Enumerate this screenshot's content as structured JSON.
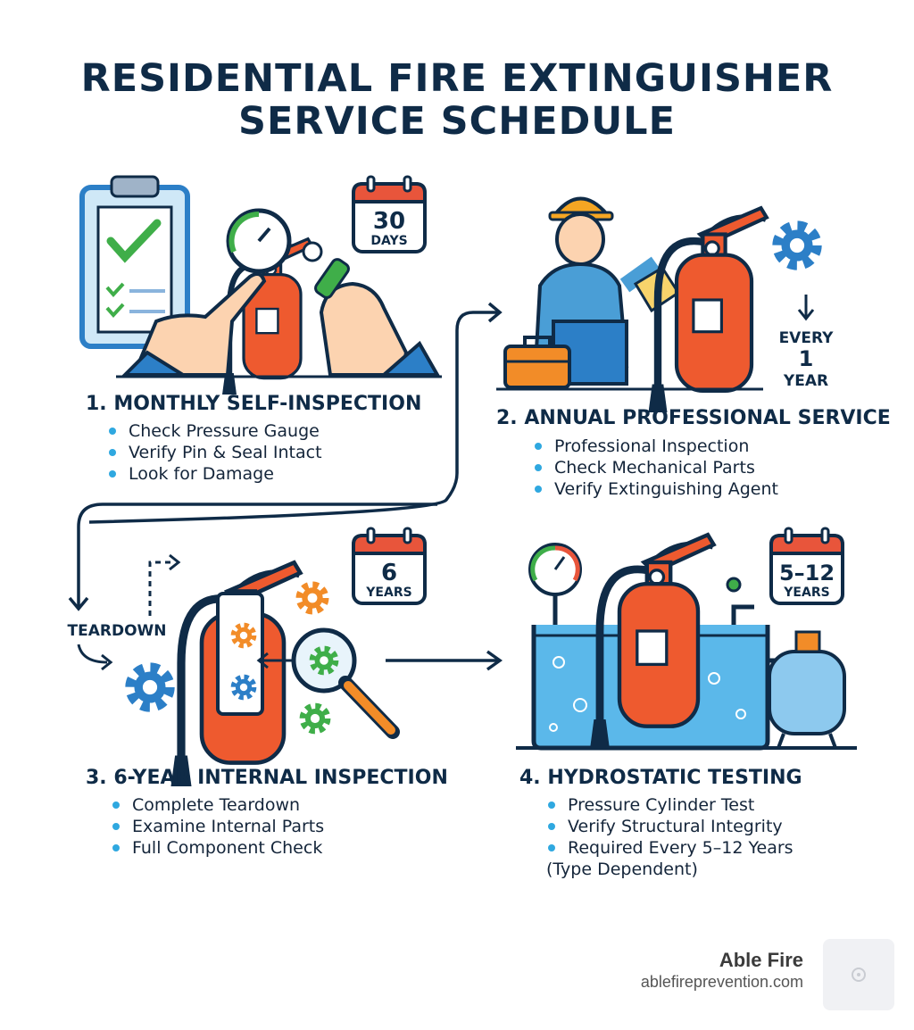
{
  "header": {
    "title_line1": "RESIDENTIAL FIRE EXTINGUISHER",
    "title_line2": "SERVICE SCHEDULE"
  },
  "steps": [
    {
      "title": "1. MONTHLY SELF-INSPECTION",
      "items": [
        "Check Pressure Gauge",
        "Verify Pin & Seal Intact",
        "Look for Damage"
      ],
      "badge_value": "30",
      "badge_unit": "DAYS"
    },
    {
      "title": "2. ANNUAL PROFESSIONAL SERVICE",
      "items": [
        "Professional Inspection",
        "Check Mechanical Parts",
        "Verify Extinguishing Agent"
      ],
      "interval_line1": "EVERY",
      "interval_line2": "1",
      "interval_line3": "YEAR"
    },
    {
      "title": "3. 6-YEAR INTERNAL INSPECTION",
      "items": [
        "Complete Teardown",
        "Examine Internal Parts",
        "Full Component Check"
      ],
      "badge_value": "6",
      "badge_unit": "YEARS",
      "side_label": "TEARDOWN"
    },
    {
      "title": "4. HYDROSTATIC TESTING",
      "items": [
        "Pressure Cylinder Test",
        "Verify Structural Integrity",
        "Required Every 5–12 Years"
      ],
      "items_continuation": "(Type Dependent)",
      "badge_value": "5–12",
      "badge_unit": "YEARS"
    }
  ],
  "brand": {
    "name": "Able Fire",
    "url": "ablefireprevention.com"
  },
  "colors": {
    "navy": "#0f2b47",
    "extinguisher_red": "#ee5a2f",
    "calendar_red": "#e8553b",
    "accent_blue": "#2fa8e0",
    "accent_green": "#3fae49",
    "accent_orange": "#f28c28"
  }
}
